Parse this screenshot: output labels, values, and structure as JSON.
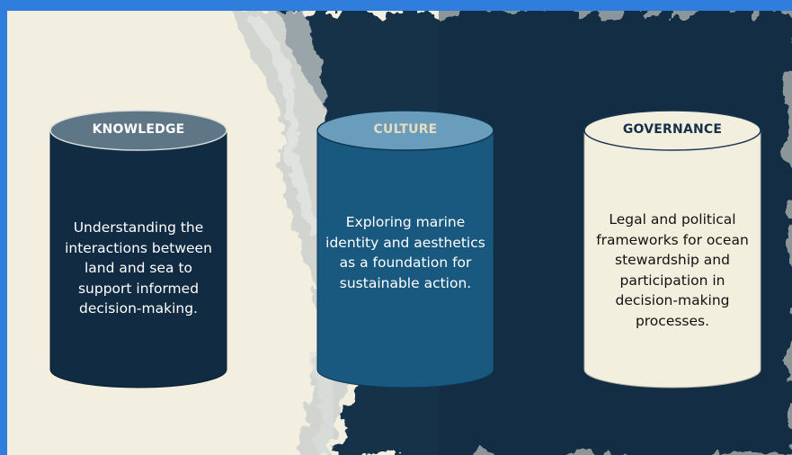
{
  "pillars": [
    {
      "title": "KNOWLEDGE",
      "text": "Understanding the interactions between land and sea to support informed decision-making.",
      "colors": {
        "body": "#102b42",
        "top": "#5f7686",
        "title": "#ffffff",
        "text": "#ffffff"
      }
    },
    {
      "title": "CULTURE",
      "text": "Exploring marine identity and aesthetics as a foundation for sustainable action.",
      "colors": {
        "body": "#19587f",
        "top": "#6a9cbb",
        "title": "#e8dcc0",
        "text": "#ffffff"
      }
    },
    {
      "title": "GOVERNANCE",
      "text": "Legal and political frameworks for ocean stewardship and participation in decision-making processes.",
      "colors": {
        "body": "#f3efdf",
        "top": "#f3efdf",
        "title": "#15304a",
        "text": "#111111"
      }
    }
  ]
}
